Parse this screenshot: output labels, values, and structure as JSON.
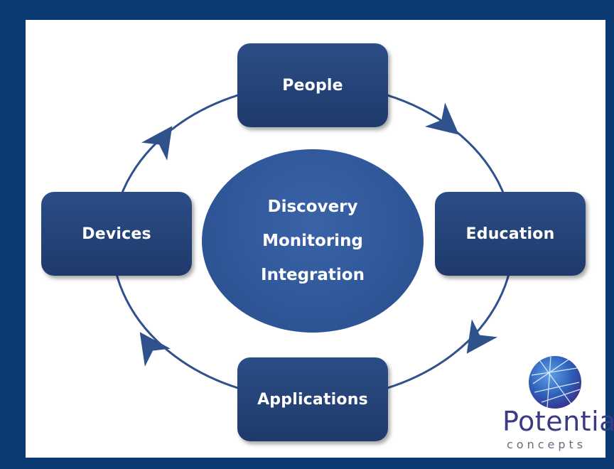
{
  "nodes": {
    "people": "People",
    "education": "Education",
    "applications": "Applications",
    "devices": "Devices"
  },
  "center": {
    "line1": "Discovery",
    "line2": "Monitoring",
    "line3": "Integration"
  },
  "logo": {
    "name": "Potentia",
    "tagline": "concepts"
  },
  "colors": {
    "frame": "#0b3a73",
    "node": "#233f72",
    "circle": "#2d5495",
    "cycle_line": "#2f528c"
  }
}
